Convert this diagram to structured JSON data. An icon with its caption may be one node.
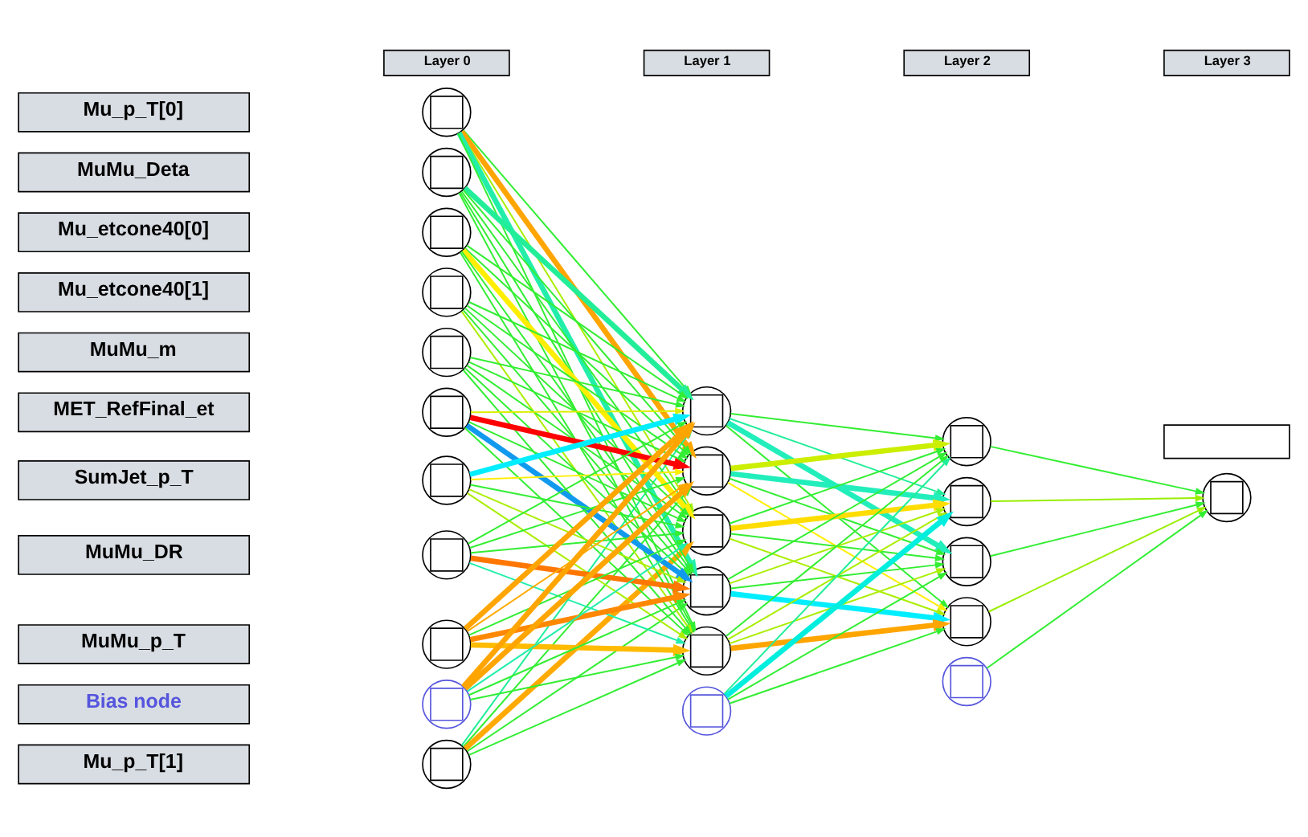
{
  "diagram": {
    "nodes": [
      {
        "text": [
          "Mu_p_T[0]"
        ]
      },
      {
        "text": [
          "Mu_p_T[1]"
        ]
      },
      {
        "text": [
          "MuMu_Deta"
        ]
      },
      {
        "text": [
          "Mu_etcone40[0]"
        ]
      },
      {
        "text": [
          "Mu_etcone40[1]"
        ]
      },
      {
        "text": [
          "MuMu_m"
        ]
      },
      {
        "text": [
          "MET_RefFinal_et"
        ]
      },
      {
        "text": [
          "SumJet_p_T"
        ]
      },
      {
        "text": [
          "MuMu_DR"
        ]
      },
      {
        "text": [
          "MuMu_p_T"
        ]
      },
      {
        "text": [
          "Bias node"
        ]
      },
      {
        "text": [],
        "shape": "circle"
      },
      {
        "text": [],
        "shape": "circle"
      },
      {
        "text": [],
        "shape": "circle"
      },
      {
        "text": [],
        "shape": "circle"
      },
      {
        "text": [],
        "shape": "circle"
      },
      {
        "text": [],
        "shape": "circle"
      },
      {
        "text": [],
        "shape": "circle"
      },
      {
        "text": [],
        "shape": "circle"
      },
      {
        "text": [],
        "shape": "circle"
      },
      {
        "text": [],
        "shape": "circle"
      },
      {
        "text": [],
        "shape": "circle"
      },
      {
        "text": [],
        "shape": "circle"
      },
      {
        "text": [],
        "shape": "circle"
      },
      {
        "text": [],
        "shape": "circle"
      },
      {
        "text": [],
        "shape": "circle"
      },
      {
        "text": [],
        "shape": "circle"
      },
      {
        "text": [],
        "shape": "circle"
      },
      {
        "text": [],
        "shape": "circle"
      },
      {
        "text": [],
        "shape": "circle"
      },
      {
        "text": [],
        "shape": "circle"
      },
      {
        "text": [],
        "shape": "circle"
      },
      {
        "text": [],
        "shape": "circle"
      },
      {
        "text": [],
        "shape": "circle"
      },
      {
        "text": [
          "Layer 0"
        ]
      },
      {
        "text": [
          "Layer 1"
        ]
      },
      {
        "text": [
          "Layer 2"
        ]
      },
      {
        "text": [
          "Layer 3"
        ]
      },
      {
        "text": [],
        "shape": "box"
      }
    ],
    "edges": [
      {
        "from": 11,
        "to": 22,
        "arrow": "to"
      },
      {
        "from": 11,
        "to": 23,
        "arrow": "to",
        "style": "thick",
        "color": "#ffa500"
      },
      {
        "from": 11,
        "to": 24,
        "arrow": "to",
        "color": "#aaee00"
      },
      {
        "from": 11,
        "to": 25,
        "arrow": "to",
        "style": "thick",
        "color": "#22eeaa"
      },
      {
        "from": 11,
        "to": 26,
        "arrow": "to"
      },
      {
        "from": 12,
        "to": 22,
        "arrow": "to",
        "color": "#22ee99"
      },
      {
        "from": 12,
        "to": 23,
        "arrow": "to"
      },
      {
        "from": 12,
        "to": 24,
        "arrow": "to",
        "style": "thick",
        "color": "#ffaa00"
      },
      {
        "from": 12,
        "to": 25,
        "arrow": "to"
      },
      {
        "from": 12,
        "to": 26,
        "arrow": "to"
      },
      {
        "from": 13,
        "to": 22,
        "arrow": "to",
        "style": "thick",
        "color": "#22ee99"
      },
      {
        "from": 13,
        "to": 23,
        "arrow": "to"
      },
      {
        "from": 13,
        "to": 24,
        "arrow": "to"
      },
      {
        "from": 13,
        "to": 25,
        "arrow": "to"
      },
      {
        "from": 13,
        "to": 26,
        "arrow": "to"
      },
      {
        "from": 14,
        "to": 22,
        "arrow": "to"
      },
      {
        "from": 14,
        "to": 23,
        "arrow": "to"
      },
      {
        "from": 14,
        "to": 24,
        "arrow": "to",
        "style": "thick",
        "color": "#ffee00"
      },
      {
        "from": 14,
        "to": 25,
        "arrow": "to"
      },
      {
        "from": 14,
        "to": 26,
        "arrow": "to"
      },
      {
        "from": 15,
        "to": 22,
        "arrow": "to"
      },
      {
        "from": 15,
        "to": 23,
        "arrow": "to"
      },
      {
        "from": 15,
        "to": 24,
        "arrow": "to"
      },
      {
        "from": 15,
        "to": 25,
        "arrow": "to"
      },
      {
        "from": 15,
        "to": 26,
        "arrow": "to",
        "color": "#aaee00"
      },
      {
        "from": 16,
        "to": 22,
        "arrow": "to"
      },
      {
        "from": 16,
        "to": 23,
        "arrow": "to"
      },
      {
        "from": 16,
        "to": 24,
        "arrow": "to"
      },
      {
        "from": 16,
        "to": 25,
        "arrow": "to"
      },
      {
        "from": 16,
        "to": 26,
        "arrow": "to"
      },
      {
        "from": 17,
        "to": 22,
        "arrow": "to",
        "color": "#ddee00"
      },
      {
        "from": 17,
        "to": 23,
        "arrow": "to",
        "style": "thick",
        "color": "#ff0000"
      },
      {
        "from": 17,
        "to": 24,
        "arrow": "to"
      },
      {
        "from": 17,
        "to": 25,
        "arrow": "to",
        "style": "thick",
        "color": "#1199ee"
      },
      {
        "from": 17,
        "to": 26,
        "arrow": "to"
      },
      {
        "from": 18,
        "to": 22,
        "arrow": "to",
        "style": "thick",
        "color": "#00eeff"
      },
      {
        "from": 18,
        "to": 23,
        "arrow": "to",
        "color": "#ffee00"
      },
      {
        "from": 18,
        "to": 24,
        "arrow": "to"
      },
      {
        "from": 18,
        "to": 25,
        "arrow": "to",
        "color": "#aaee00"
      },
      {
        "from": 18,
        "to": 26,
        "arrow": "to",
        "color": "#aaee00"
      },
      {
        "from": 19,
        "to": 22,
        "arrow": "to"
      },
      {
        "from": 19,
        "to": 23,
        "arrow": "to"
      },
      {
        "from": 19,
        "to": 24,
        "arrow": "to"
      },
      {
        "from": 19,
        "to": 25,
        "arrow": "to",
        "style": "thick",
        "color": "#ff7700"
      },
      {
        "from": 19,
        "to": 26,
        "arrow": "to",
        "color": "#22eeaa"
      },
      {
        "from": 20,
        "to": 22,
        "arrow": "to",
        "style": "thick",
        "color": "#ffa500"
      },
      {
        "from": 20,
        "to": 23,
        "arrow": "to",
        "color": "#ffaa00"
      },
      {
        "from": 20,
        "to": 24,
        "arrow": "to"
      },
      {
        "from": 20,
        "to": 25,
        "arrow": "to",
        "style": "thick",
        "color": "#ff8800"
      },
      {
        "from": 20,
        "to": 26,
        "arrow": "to",
        "style": "thick",
        "color": "#ffbb00"
      },
      {
        "from": 21,
        "to": 22,
        "arrow": "to",
        "style": "thick",
        "color": "#ffa500"
      },
      {
        "from": 21,
        "to": 23,
        "arrow": "to",
        "style": "thick",
        "color": "#ffa500"
      },
      {
        "from": 21,
        "to": 24,
        "arrow": "to",
        "color": "#22eeaa"
      },
      {
        "from": 21,
        "to": 25,
        "arrow": "to"
      },
      {
        "from": 21,
        "to": 26,
        "arrow": "to"
      },
      {
        "from": 22,
        "to": 28,
        "arrow": "to"
      },
      {
        "from": 22,
        "to": 29,
        "arrow": "to",
        "color": "#22ee99"
      },
      {
        "from": 22,
        "to": 30,
        "arrow": "to",
        "style": "thick",
        "color": "#22eebb"
      },
      {
        "from": 22,
        "to": 31,
        "arrow": "to"
      },
      {
        "from": 23,
        "to": 28,
        "arrow": "to",
        "style": "thick",
        "color": "#ccee00"
      },
      {
        "from": 23,
        "to": 29,
        "arrow": "to",
        "style": "thick",
        "color": "#22eebb"
      },
      {
        "from": 23,
        "to": 30,
        "arrow": "to"
      },
      {
        "from": 23,
        "to": 31,
        "arrow": "to",
        "color": "#ffee00"
      },
      {
        "from": 24,
        "to": 28,
        "arrow": "to"
      },
      {
        "from": 24,
        "to": 29,
        "arrow": "to",
        "style": "thick",
        "color": "#ffdd00"
      },
      {
        "from": 24,
        "to": 30,
        "arrow": "to"
      },
      {
        "from": 24,
        "to": 31,
        "arrow": "to",
        "color": "#aaee00"
      },
      {
        "from": 25,
        "to": 28,
        "arrow": "to"
      },
      {
        "from": 25,
        "to": 29,
        "arrow": "to",
        "color": "#aaee00"
      },
      {
        "from": 25,
        "to": 30,
        "arrow": "to"
      },
      {
        "from": 25,
        "to": 31,
        "arrow": "to",
        "style": "thick",
        "color": "#00eeff"
      },
      {
        "from": 26,
        "to": 28,
        "arrow": "to"
      },
      {
        "from": 26,
        "to": 29,
        "arrow": "to",
        "color": "#aaee00"
      },
      {
        "from": 26,
        "to": 30,
        "arrow": "to",
        "color": "#aaee00"
      },
      {
        "from": 26,
        "to": 31,
        "arrow": "to",
        "style": "thick",
        "color": "#ffa500"
      },
      {
        "from": 27,
        "to": 28,
        "arrow": "to",
        "color": "#22ee99"
      },
      {
        "from": 27,
        "to": 29,
        "arrow": "to",
        "style": "thick",
        "color": "#00eedd"
      },
      {
        "from": 27,
        "to": 30,
        "arrow": "to"
      },
      {
        "from": 27,
        "to": 31,
        "arrow": "to"
      },
      {
        "from": 28,
        "to": 33,
        "arrow": "to"
      },
      {
        "from": 29,
        "to": 33,
        "arrow": "to",
        "color": "#99ee00"
      },
      {
        "from": 30,
        "to": 33,
        "arrow": "to"
      },
      {
        "from": 31,
        "to": 33,
        "arrow": "to",
        "color": "#99ee00"
      },
      {
        "from": 32,
        "to": 33,
        "arrow": "to"
      }
    ]
  }
}
